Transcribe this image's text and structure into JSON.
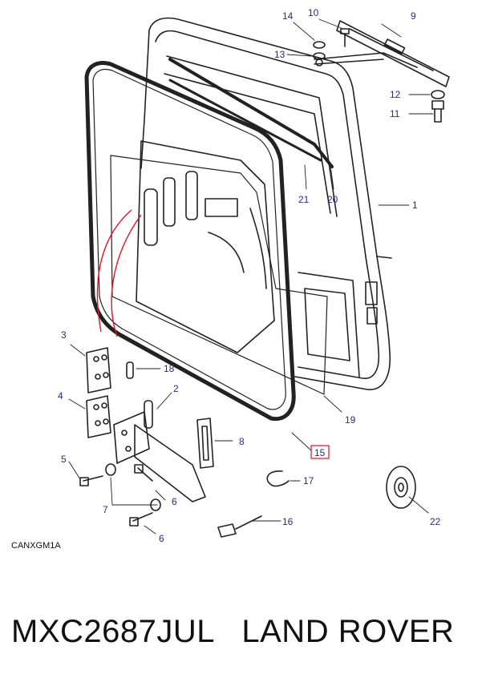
{
  "diagram": {
    "code": "CANXGM1A",
    "highlight_color": "#e0102a",
    "callout_color": "#2a2a8a",
    "callouts": [
      {
        "id": "c1",
        "label": "1"
      },
      {
        "id": "c2",
        "label": "2"
      },
      {
        "id": "c3",
        "label": "3"
      },
      {
        "id": "c4",
        "label": "4"
      },
      {
        "id": "c5",
        "label": "5"
      },
      {
        "id": "c6a",
        "label": "6"
      },
      {
        "id": "c6b",
        "label": "6"
      },
      {
        "id": "c7",
        "label": "7"
      },
      {
        "id": "c8",
        "label": "8"
      },
      {
        "id": "c9",
        "label": "9"
      },
      {
        "id": "c10",
        "label": "10"
      },
      {
        "id": "c11",
        "label": "11"
      },
      {
        "id": "c12",
        "label": "12"
      },
      {
        "id": "c13",
        "label": "13"
      },
      {
        "id": "c14",
        "label": "14"
      },
      {
        "id": "c15",
        "label": "15"
      },
      {
        "id": "c16",
        "label": "16"
      },
      {
        "id": "c17",
        "label": "17"
      },
      {
        "id": "c18",
        "label": "18"
      },
      {
        "id": "c19",
        "label": "19"
      },
      {
        "id": "c20",
        "label": "20"
      },
      {
        "id": "c21",
        "label": "21"
      },
      {
        "id": "c22",
        "label": "22"
      }
    ]
  },
  "footer": {
    "part_number": "MXC2687JUL",
    "brand": "LAND ROVER"
  }
}
